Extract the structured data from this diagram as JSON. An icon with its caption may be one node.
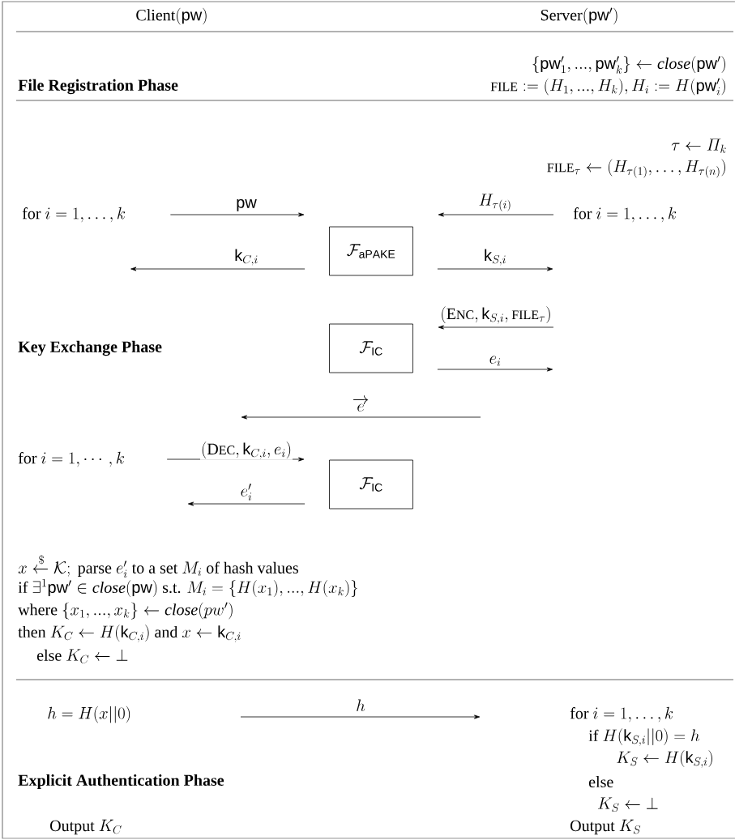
{
  "diagram": {
    "nodes": [
      {
        "text": [
          "\\text{for }i = 1,\\ldots,k"
        ]
      },
      {
        "text": [
          "\\mathcal{F}_{\\mathsf{aPAKE}}"
        ]
      },
      {
        "text": [
          "\\text{for }i = 1,\\ldots,k"
        ]
      },
      {
        "text": [
          "\\mathcal{F}_{\\mathsf{IC}}"
        ]
      },
      {
        "text": [
          "\\mathcal{F}_{\\mathsf{IC}}"
        ]
      },
      {
        "text": [
          "\\text{for }i = 1,\\cdots,k"
        ]
      }
    ],
    "edges": [
      {
        "from": 0,
        "to": 1,
        "arrow": "to",
        "label": "\\mathsf{pw}"
      },
      {
        "from": 2,
        "to": 1,
        "arrow": "to",
        "label": "H_{\\tau(i)}"
      },
      {
        "from": 1,
        "to": 0,
        "arrow": "to",
        "label": "\\mathsf{k}_{C,i}"
      },
      {
        "from": 1,
        "to": 2,
        "arrow": "to",
        "label": "\\mathsf{k}_{S,i}"
      },
      {
        "from": null,
        "to": 3,
        "arrow": "to",
        "label": "(\\text{E\\scalebox{0.8}{NC}}, \\mathsf{k}_{S,i}, \\text{\\scalebox{0.8}{FILE}}_\\tau)"
      },
      {
        "from": 3,
        "to": null,
        "arrow": "to",
        "label": "e_i"
      },
      {
        "from": 5,
        "to": 4,
        "arrow": "to",
        "label": "(\\text{D\\scalebox{0.8}{EC}}, \\mathsf{k}_{C,i}, e_i)"
      },
      {
        "from": 4,
        "to": null,
        "arrow": "to",
        "label": "e'_i"
      }
    ],
    "labels": [
      "\\text{Client}(\\mathsf{pw})",
      "\\text{Server}(\\mathsf{pw}')",
      "\\{\\mathsf{pw}'_1, ..., \\mathsf{pw}'_k\\} \\leftarrow \\mathit{close}(\\mathsf{pw}')",
      "File Registration Phase",
      "\\text{\\scalebox{0.8}{FILE}} := (H_1, ..., H_k), H_i := H(\\mathsf{pw}'_i)",
      "\\tau \\leftarrow \\varPi_k",
      "\\text{\\scalebox{0.8}{FILE}}_\\tau \\leftarrow (H_{\\tau(1)}, \\ldots, H_{\\tau(n)})",
      "Key Exchange Phase",
      "\\overrightarrow{e}",
      "x \\xleftarrow{\\$} \\mathcal{K}; \\text{ parse } e'_i \\text{ to a set } M_i \\text{ of hash values}",
      "\\text{if } \\exists^1 \\mathsf{pw}' \\in \\mathit{close}(\\mathsf{pw}) \\text{ s.t. } M_i = \\{H(x_1), ..., H(x_k)\\}",
      "\\text{where } \\{x_1, ..., x_k\\} \\leftarrow \\mathit{close}(pw')",
      "\\text{then } K_C \\leftarrow H(\\mathsf{k}_{C,i}) \\text{ and } x \\leftarrow \\mathsf{k}_{C,i}",
      "\\text{else } K_C \\leftarrow \\bot",
      "h = H(x||0)",
      "h",
      "\\text{for } i = 1, \\ldots, k",
      "\\text{if } H(\\mathsf{k}_{S,i}||0) = h",
      "K_S \\leftarrow H(\\mathsf{k}_{S,i})",
      "Explicit Authentication Phase",
      "\\text{else}",
      "K_S \\leftarrow \\bot",
      "\\text{Output } K_C",
      "\\text{Output } K_S"
    ]
  }
}
